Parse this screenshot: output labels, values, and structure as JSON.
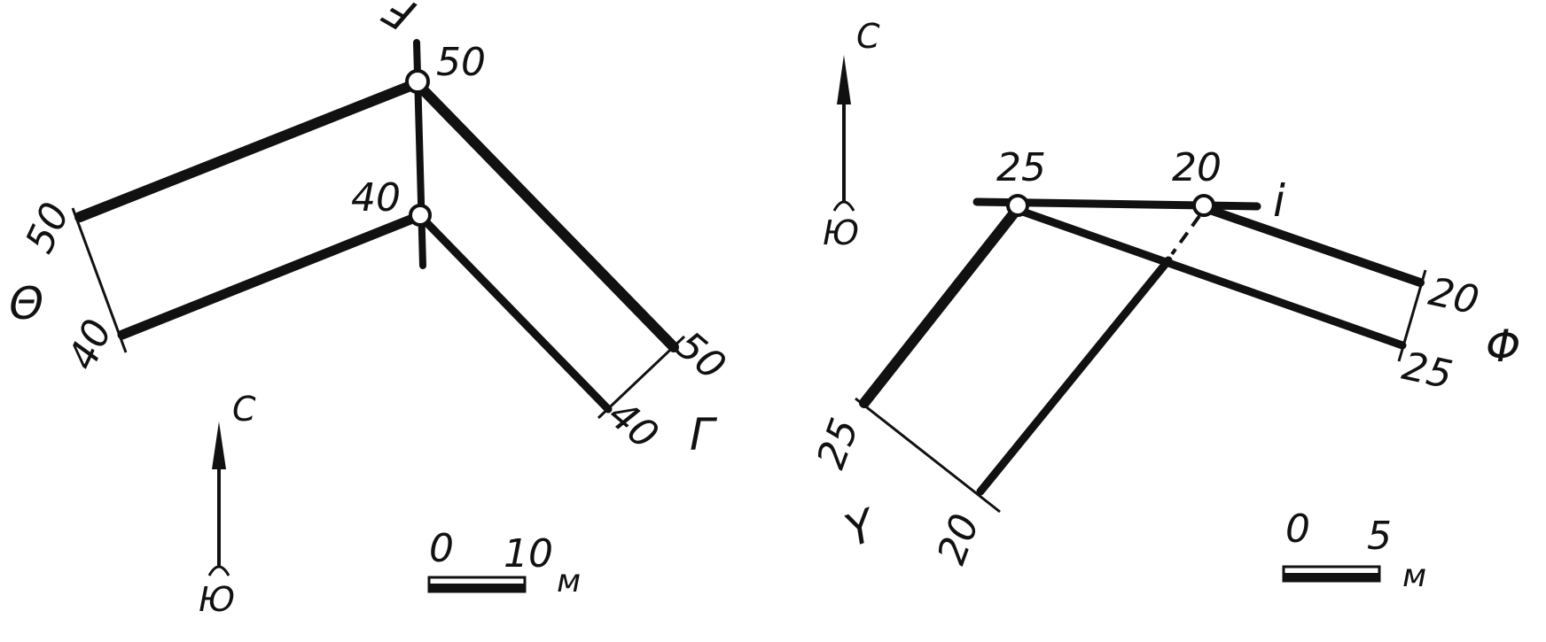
{
  "figures": [
    {
      "id": "left",
      "scale": {
        "start": "0",
        "end": "10",
        "unit": "м"
      },
      "north_label": "С",
      "south_label": "Ю",
      "edge_labels": {
        "left": "Θ",
        "right": "Г",
        "top": "Ⅎ"
      },
      "elevations": {
        "top_junction": "50",
        "mid_junction": "40",
        "left_upper": "50",
        "left_lower": "40",
        "right_upper": "50",
        "right_lower": "40"
      }
    },
    {
      "id": "right",
      "scale": {
        "start": "0",
        "end": "5",
        "unit": "м"
      },
      "north_label": "С",
      "south_label": "Ю",
      "edge_labels": {
        "bottom_left": "Y",
        "right": "Φ",
        "top": "i"
      },
      "elevations": {
        "left_junction": "25",
        "right_junction": "20",
        "right_upper": "20",
        "right_lower": "25",
        "bottom_left_upper": "25",
        "bottom_left_lower": "20"
      }
    }
  ],
  "colors": {
    "ink": "#111111",
    "paper": "#ffffff"
  }
}
